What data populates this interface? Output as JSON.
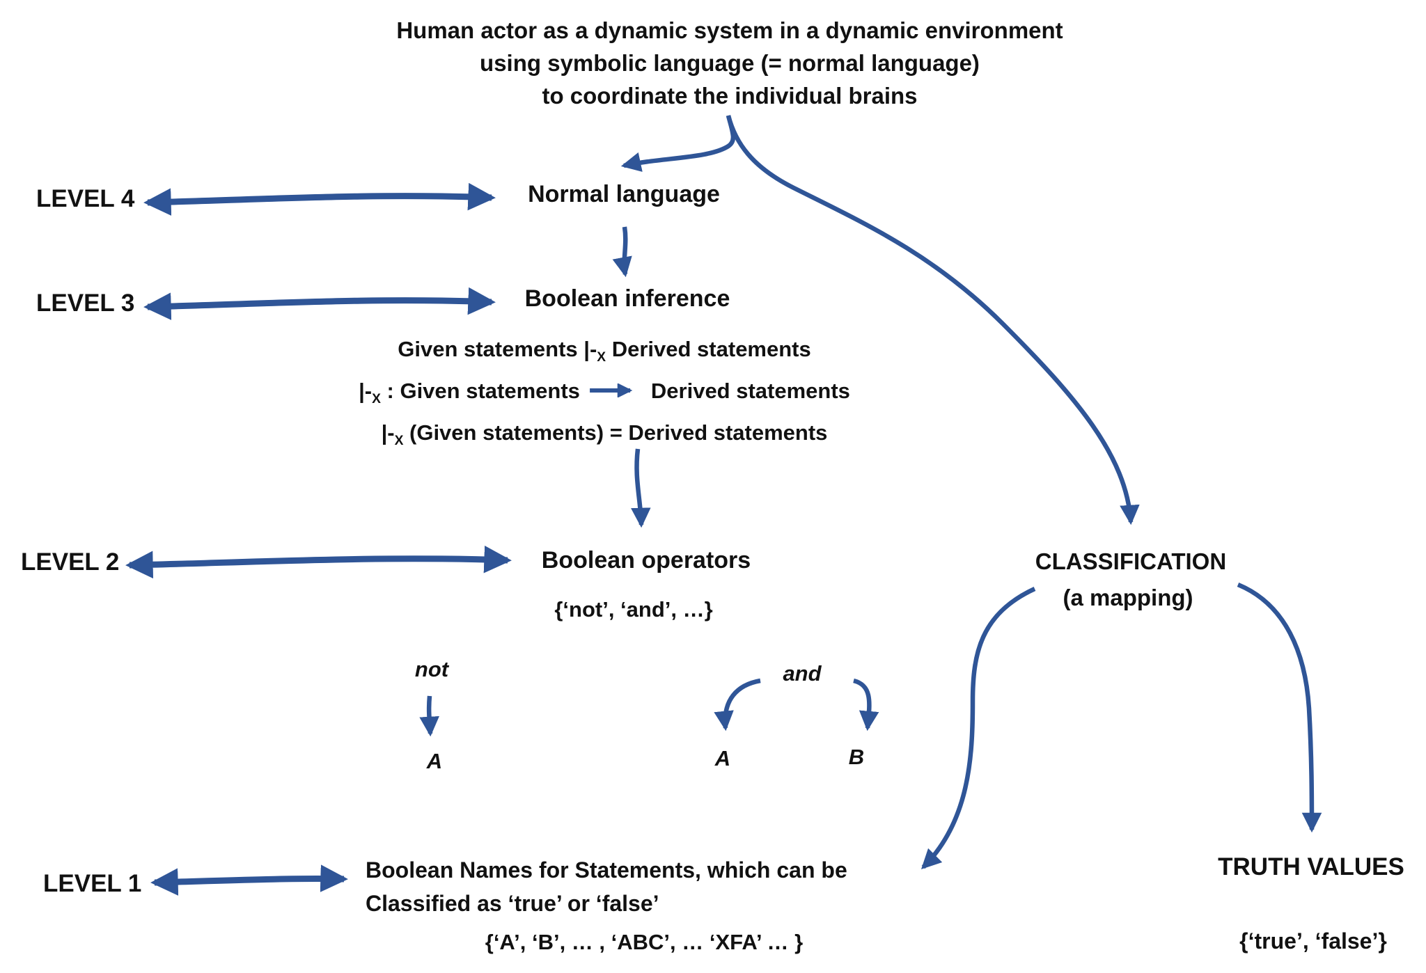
{
  "canvas": {
    "bg": "#ffffff",
    "accent_blue": "#2F5597",
    "text_color": "#111111"
  },
  "title": {
    "line1": "Human actor as a dynamic system in a dynamic environment",
    "line2": "using symbolic language (= normal language)",
    "line3": "to coordinate the individual brains"
  },
  "level4": {
    "label": "LEVEL 4",
    "node": "Normal language"
  },
  "level3": {
    "label": "LEVEL 3",
    "node": "Boolean inference"
  },
  "inference": {
    "line1_a": "Given statements |-",
    "line1_sub": "X",
    "line1_b": "Derived statements",
    "line2_a": "|-",
    "line2_sub": "X",
    "line2_b": ": Given statements",
    "line2_c": "Derived statements",
    "line3_a": "|-",
    "line3_sub": "X",
    "line3_b": "(Given statements) = Derived statements"
  },
  "level2": {
    "label": "LEVEL 2",
    "node": "Boolean operators",
    "set": "{‘not’, ‘and’, …}"
  },
  "examples": {
    "not_op": "not",
    "not_arg": "A",
    "and_op": "and",
    "and_arg1": "A",
    "and_arg2": "B"
  },
  "level1": {
    "label": "LEVEL 1",
    "node_line1": "Boolean Names for Statements, which can be",
    "node_line2": "Classified as ‘true’ or ‘false’",
    "set": "{‘A’, ‘B’, … , ‘ABC’, … ‘XFA’ … }"
  },
  "classification": {
    "title": "CLASSIFICATION",
    "subtitle": "(a mapping)"
  },
  "truth_values": {
    "title": "TRUTH VALUES",
    "set": "{‘true’, ‘false’}"
  }
}
